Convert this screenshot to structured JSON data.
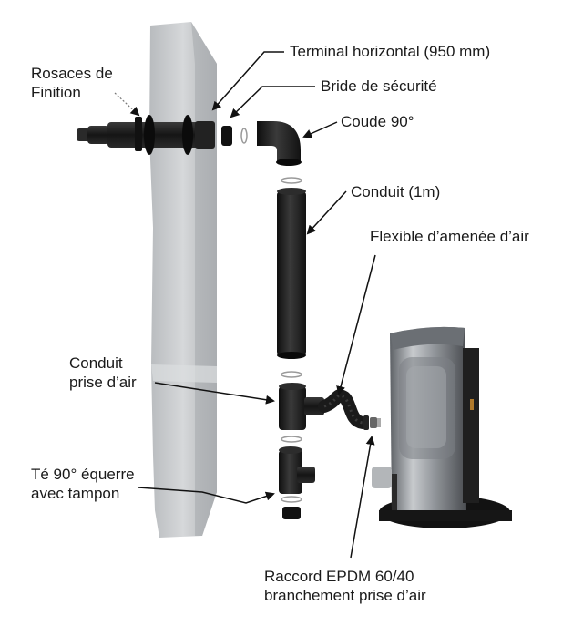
{
  "labels": {
    "rosaces": [
      "Rosaces de",
      "Finition"
    ],
    "terminal": "Terminal horizontal (950 mm)",
    "bride": "Bride de sécurité",
    "coude": "Coude 90°",
    "conduit": "Conduit (1m)",
    "flexible": "Flexible d’amenée d’air",
    "prise": [
      "Conduit",
      "prise d’air"
    ],
    "te": [
      "Té 90° équerre",
      "avec tampon"
    ],
    "raccord": [
      "Raccord EPDM 60/40",
      "branchement prise d’air"
    ]
  },
  "colors": {
    "wall": "#c9cbcd",
    "pipe": "#1c1c1c",
    "steel": "#8f9499",
    "line": "#111111"
  }
}
